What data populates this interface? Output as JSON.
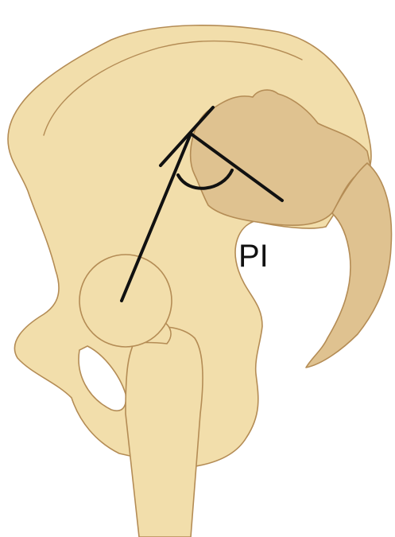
{
  "diagram": {
    "angle_label": "PI",
    "structures": [
      "ilium",
      "sacrum",
      "femoral-head",
      "femur-shaft",
      "obturator-foramen"
    ],
    "colors": {
      "bone_fill": "#f2deab",
      "sacrum_fill": "#dfc290",
      "bone_outline": "#b48c55",
      "measurement_lines": "#111111",
      "background": "#ffffff"
    }
  }
}
